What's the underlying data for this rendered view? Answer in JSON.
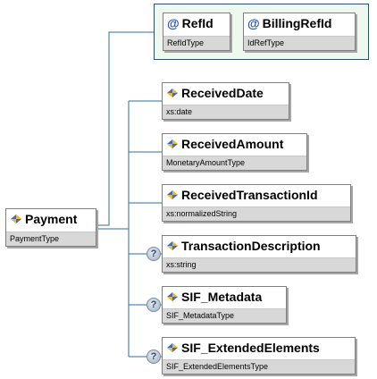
{
  "root": {
    "name": "Payment",
    "type": "PaymentType",
    "icon": "element-icon"
  },
  "attributes": [
    {
      "name": "RefId",
      "type": "RefIdType",
      "icon": "attribute-at-icon"
    },
    {
      "name": "BillingRefId",
      "type": "IdRefType",
      "icon": "attribute-at-icon"
    }
  ],
  "elements": [
    {
      "name": "ReceivedDate",
      "type": "xs:date",
      "optional": false
    },
    {
      "name": "ReceivedAmount",
      "type": "MonetaryAmountType",
      "optional": false
    },
    {
      "name": "ReceivedTransactionId",
      "type": "xs:normalizedString",
      "optional": false
    },
    {
      "name": "TransactionDescription",
      "type": "xs:string",
      "optional": true
    },
    {
      "name": "SIF_Metadata",
      "type": "SIF_MetadataType",
      "optional": true
    },
    {
      "name": "SIF_ExtendedElements",
      "type": "SIF_ExtendedElementsType",
      "optional": true
    }
  ],
  "symbols": {
    "attribute": "@",
    "optional": "?"
  },
  "colors": {
    "connector": "#2f6f9f",
    "typeBar": "#d8d8d8",
    "attrGroupBg": "#eef8ee"
  }
}
